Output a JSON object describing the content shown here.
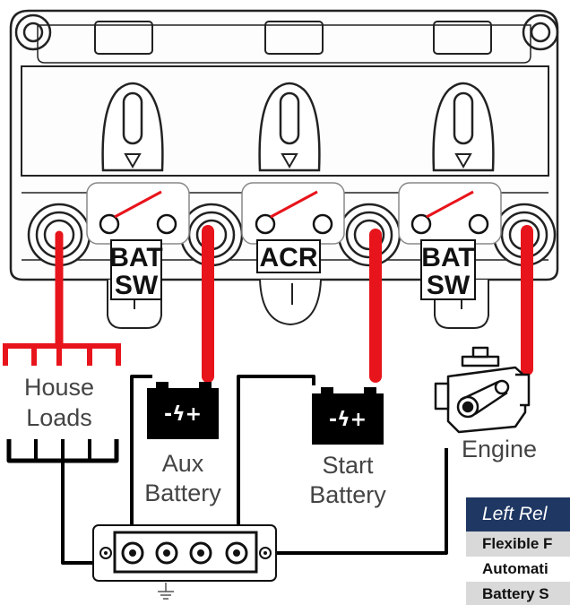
{
  "switches": [
    {
      "id": "left",
      "line1": "BAT",
      "line2": "SW"
    },
    {
      "id": "middle",
      "line1": "ACR",
      "line2": ""
    },
    {
      "id": "right",
      "line1": "BAT",
      "line2": "SW"
    }
  ],
  "loads": {
    "line1": "House",
    "line2": "Loads"
  },
  "aux_battery": {
    "line1": "Aux",
    "line2": "Battery"
  },
  "start_battery": {
    "line1": "Start",
    "line2": "Battery"
  },
  "engine_label": "Engine",
  "battery_terminal_text": "-ϟ+",
  "legend": {
    "header": "Left Rel",
    "rows": [
      "Flexible F",
      "Automati",
      "Battery S"
    ]
  },
  "colors": {
    "cable_positive": "#e8141b",
    "cable_negative": "#000000",
    "outline": "#222222",
    "legend_header": "#1f3763",
    "legend_row_shade": "#d9d9d9"
  }
}
